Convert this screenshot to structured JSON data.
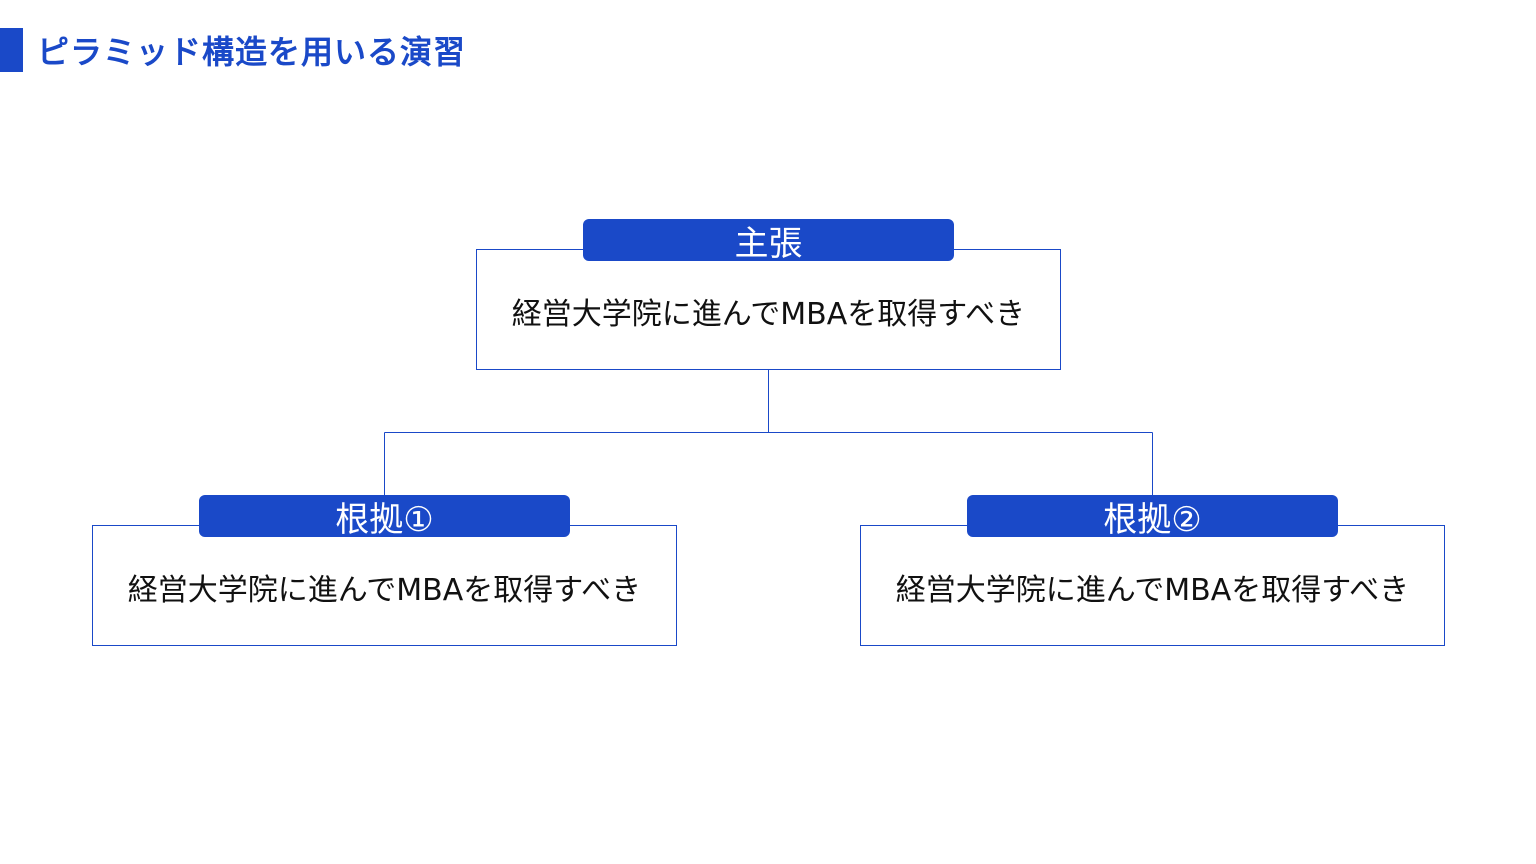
{
  "page_title": "ピラミッド構造を用いる演習",
  "accent_color": "#1a49c8",
  "claim": {
    "label": "主張",
    "text": "経営大学院に進んでMBAを取得すべき"
  },
  "reasons": [
    {
      "label": "根拠①",
      "text": "経営大学院に進んでMBAを取得すべき"
    },
    {
      "label": "根拠②",
      "text": "経営大学院に進んでMBAを取得すべき"
    }
  ]
}
